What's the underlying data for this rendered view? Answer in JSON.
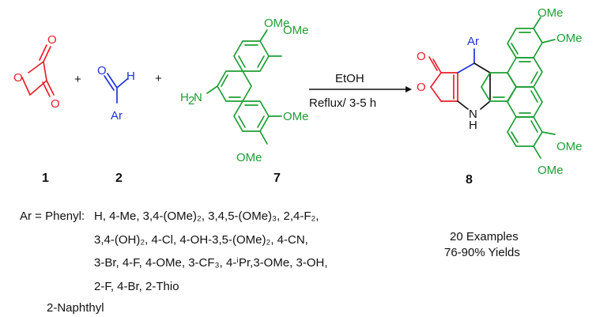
{
  "colors": {
    "reactant1": "#e8202a",
    "reactant2": "#1f34d6",
    "reactant7": "#1e9e34",
    "text": "#111111"
  },
  "labels": {
    "c1": "1",
    "c2": "2",
    "c7": "7",
    "c8": "8",
    "plus1": "+",
    "plus2": "+",
    "O": "O",
    "H": "H",
    "Ar": "Ar",
    "H2N_H": "H",
    "H2N_2": "2",
    "H2N_N": "N",
    "NH_N": "N",
    "NH_H": "H",
    "OMe": "OMe"
  },
  "conditions": {
    "solvent": "EtOH",
    "time": "Reflux/ 3-5 h"
  },
  "substituents": {
    "prefix": "Ar = Phenyl:",
    "lines": [
      "H, 4-Me, 3,4-(OMe)₂, 3,4,5-(OMe)₃, 2,4-F₂,",
      "3,4-(OH)₂, 4-Cl, 4-OH-3,5-(OMe)₂, 4-CN,",
      "3-Br, 4-F, 4-OMe, 3-CF₃, 4-ⁱPr,3-OMe, 3-OH,",
      "2-F, 4-Br, 2-Thio"
    ],
    "naphthyl": "2-Naphthyl"
  },
  "summary": {
    "examples": "20 Examples",
    "yields": "76-90% Yields"
  }
}
